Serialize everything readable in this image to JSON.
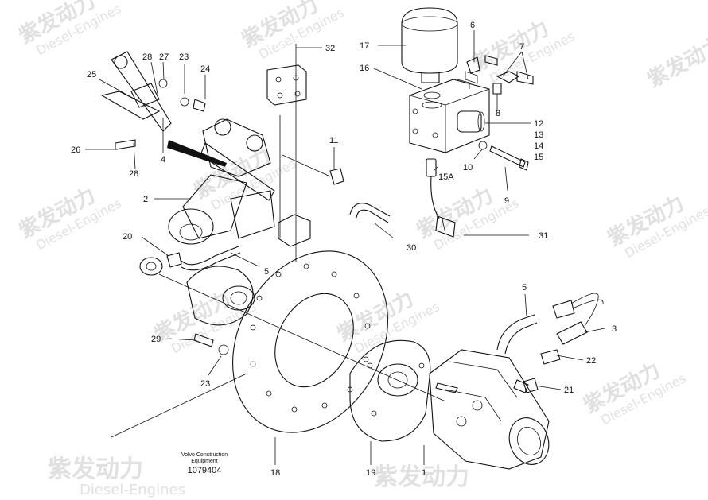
{
  "watermark": {
    "brand_cn": "紫发动力",
    "brand_en": "Diesel-Engines",
    "logo_icon": "stylized-d-logo-icon",
    "color": "#c8c8c8"
  },
  "credit": {
    "company": "Volvo Construction",
    "subtitle": "Equipment",
    "drawing_no": "1079404"
  },
  "callouts": [
    {
      "id": "c17",
      "text": "17"
    },
    {
      "id": "c6",
      "text": "6"
    },
    {
      "id": "c7",
      "text": "7"
    },
    {
      "id": "c32",
      "text": "32"
    },
    {
      "id": "c16",
      "text": "16"
    },
    {
      "id": "c8",
      "text": "8"
    },
    {
      "id": "c12",
      "text": "12"
    },
    {
      "id": "c13",
      "text": "13"
    },
    {
      "id": "c14",
      "text": "14"
    },
    {
      "id": "c15",
      "text": "15"
    },
    {
      "id": "c28a",
      "text": "28"
    },
    {
      "id": "c27",
      "text": "27"
    },
    {
      "id": "c23a",
      "text": "23"
    },
    {
      "id": "c24",
      "text": "24"
    },
    {
      "id": "c25",
      "text": "25"
    },
    {
      "id": "c26",
      "text": "26"
    },
    {
      "id": "c4",
      "text": "4"
    },
    {
      "id": "c28b",
      "text": "28"
    },
    {
      "id": "c11",
      "text": "11"
    },
    {
      "id": "c10",
      "text": "10"
    },
    {
      "id": "c15A",
      "text": "15A"
    },
    {
      "id": "c9",
      "text": "9"
    },
    {
      "id": "c2",
      "text": "2"
    },
    {
      "id": "c30",
      "text": "30"
    },
    {
      "id": "c31",
      "text": "31"
    },
    {
      "id": "c20",
      "text": "20"
    },
    {
      "id": "c5a",
      "text": "5"
    },
    {
      "id": "c5b",
      "text": "5"
    },
    {
      "id": "c3",
      "text": "3"
    },
    {
      "id": "c22",
      "text": "22"
    },
    {
      "id": "c21",
      "text": "21"
    },
    {
      "id": "c29",
      "text": "29"
    },
    {
      "id": "c23b",
      "text": "23"
    },
    {
      "id": "c18",
      "text": "18"
    },
    {
      "id": "c19",
      "text": "19"
    },
    {
      "id": "c1",
      "text": "1"
    }
  ]
}
